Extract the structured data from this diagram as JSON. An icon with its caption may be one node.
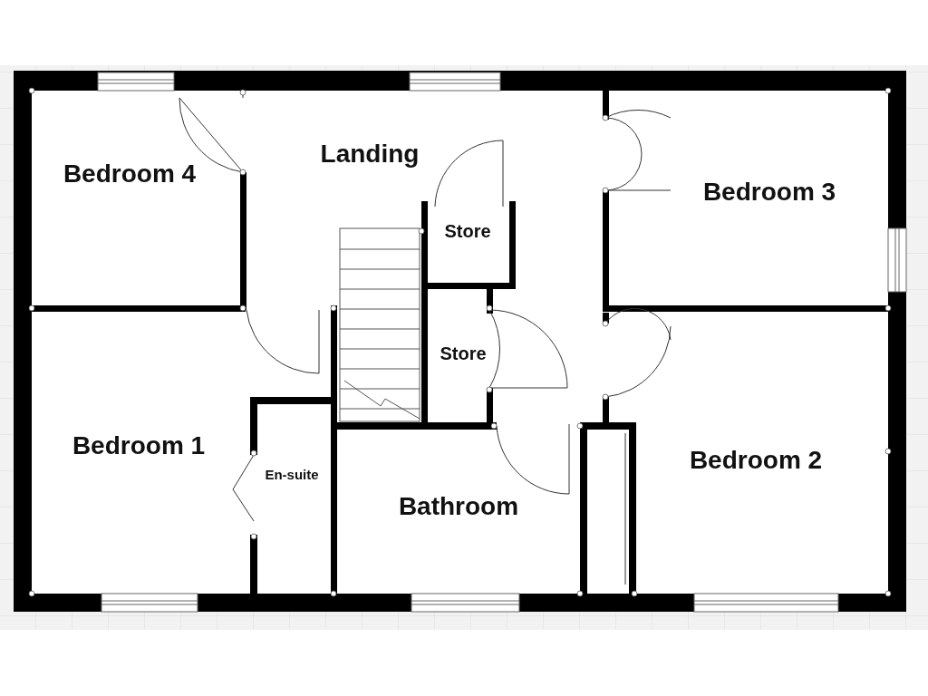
{
  "diagram": {
    "labels": [
      "Landing",
      "Bedroom 4",
      "Bedroom 3",
      "Store",
      "Store",
      "Bedroom 1",
      "En-suite",
      "Bathroom",
      "Bedroom 2"
    ]
  }
}
